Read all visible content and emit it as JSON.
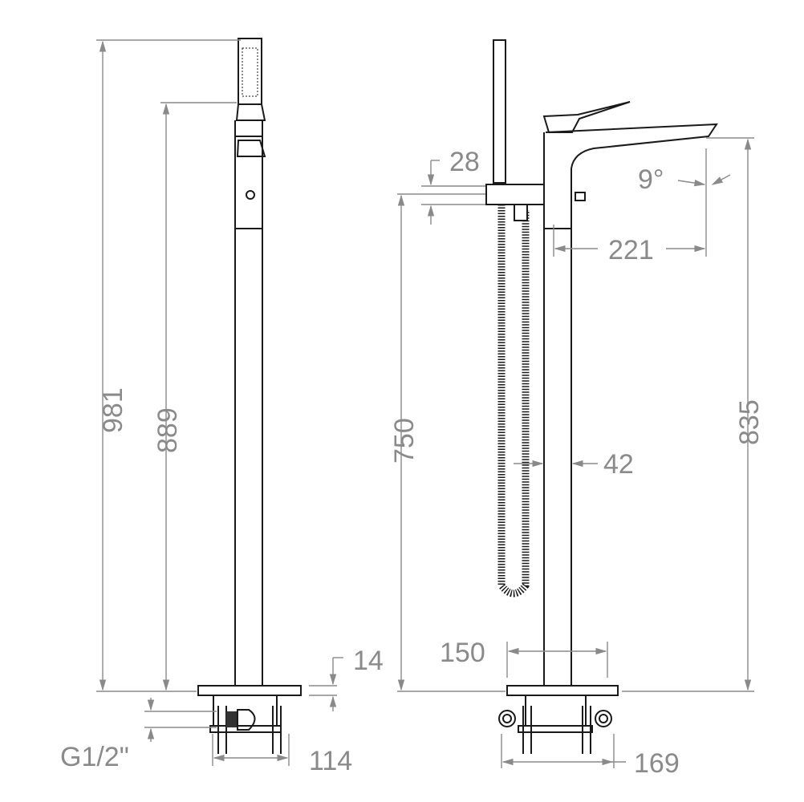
{
  "title": "Freestanding bath mixer technical drawing",
  "colors": {
    "line": "#1a1a1a",
    "dimension": "#8a8a8a"
  },
  "dimensions": {
    "total_height": "981",
    "handshower_holder_height": "889",
    "base_thickness": "14",
    "inlet_thread": "G1/2\"",
    "fixing_width_side": "114",
    "holder_height": "28",
    "spout_angle": "9°",
    "spout_reach": "221",
    "hose_outlet_height": "750",
    "spout_height": "835",
    "body_diameter": "42",
    "base_width": "150",
    "fixing_width_front": "169"
  }
}
